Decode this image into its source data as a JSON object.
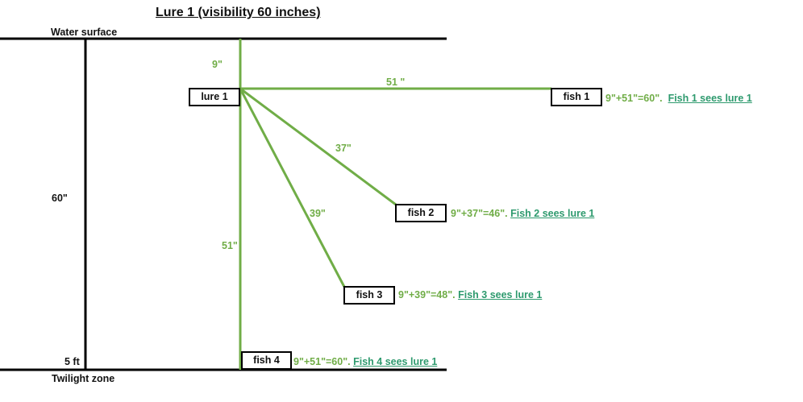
{
  "title": "Lure 1 (visibility 60 inches)",
  "water_surface": "Water surface",
  "twilight_zone": "Twilight zone",
  "depth_label": "60\"",
  "depth_ft": "5  ft",
  "lure": "lure 1",
  "distances": {
    "lure_depth": "9\"",
    "to_fish1": "51 \"",
    "to_fish2": "37\"",
    "to_fish3": "39\"",
    "to_fish4": "51\""
  },
  "fish": [
    {
      "label": "fish 1",
      "calc": "9\"+51\"=60\".",
      "result": "Fish 1 sees lure 1"
    },
    {
      "label": "fish 2",
      "calc": "9\"+37\"=46\".",
      "result": "Fish 2 sees lure 1"
    },
    {
      "label": "fish 3",
      "calc": "9\"+39\"=48\".",
      "result": "Fish 3 sees lure 1"
    },
    {
      "label": "fish 4",
      "calc": "9\"+51\"=60\".",
      "result": "Fish 4 sees lure 1"
    }
  ],
  "colors": {
    "line": "#70ad47",
    "result": "#2e9a6e"
  }
}
